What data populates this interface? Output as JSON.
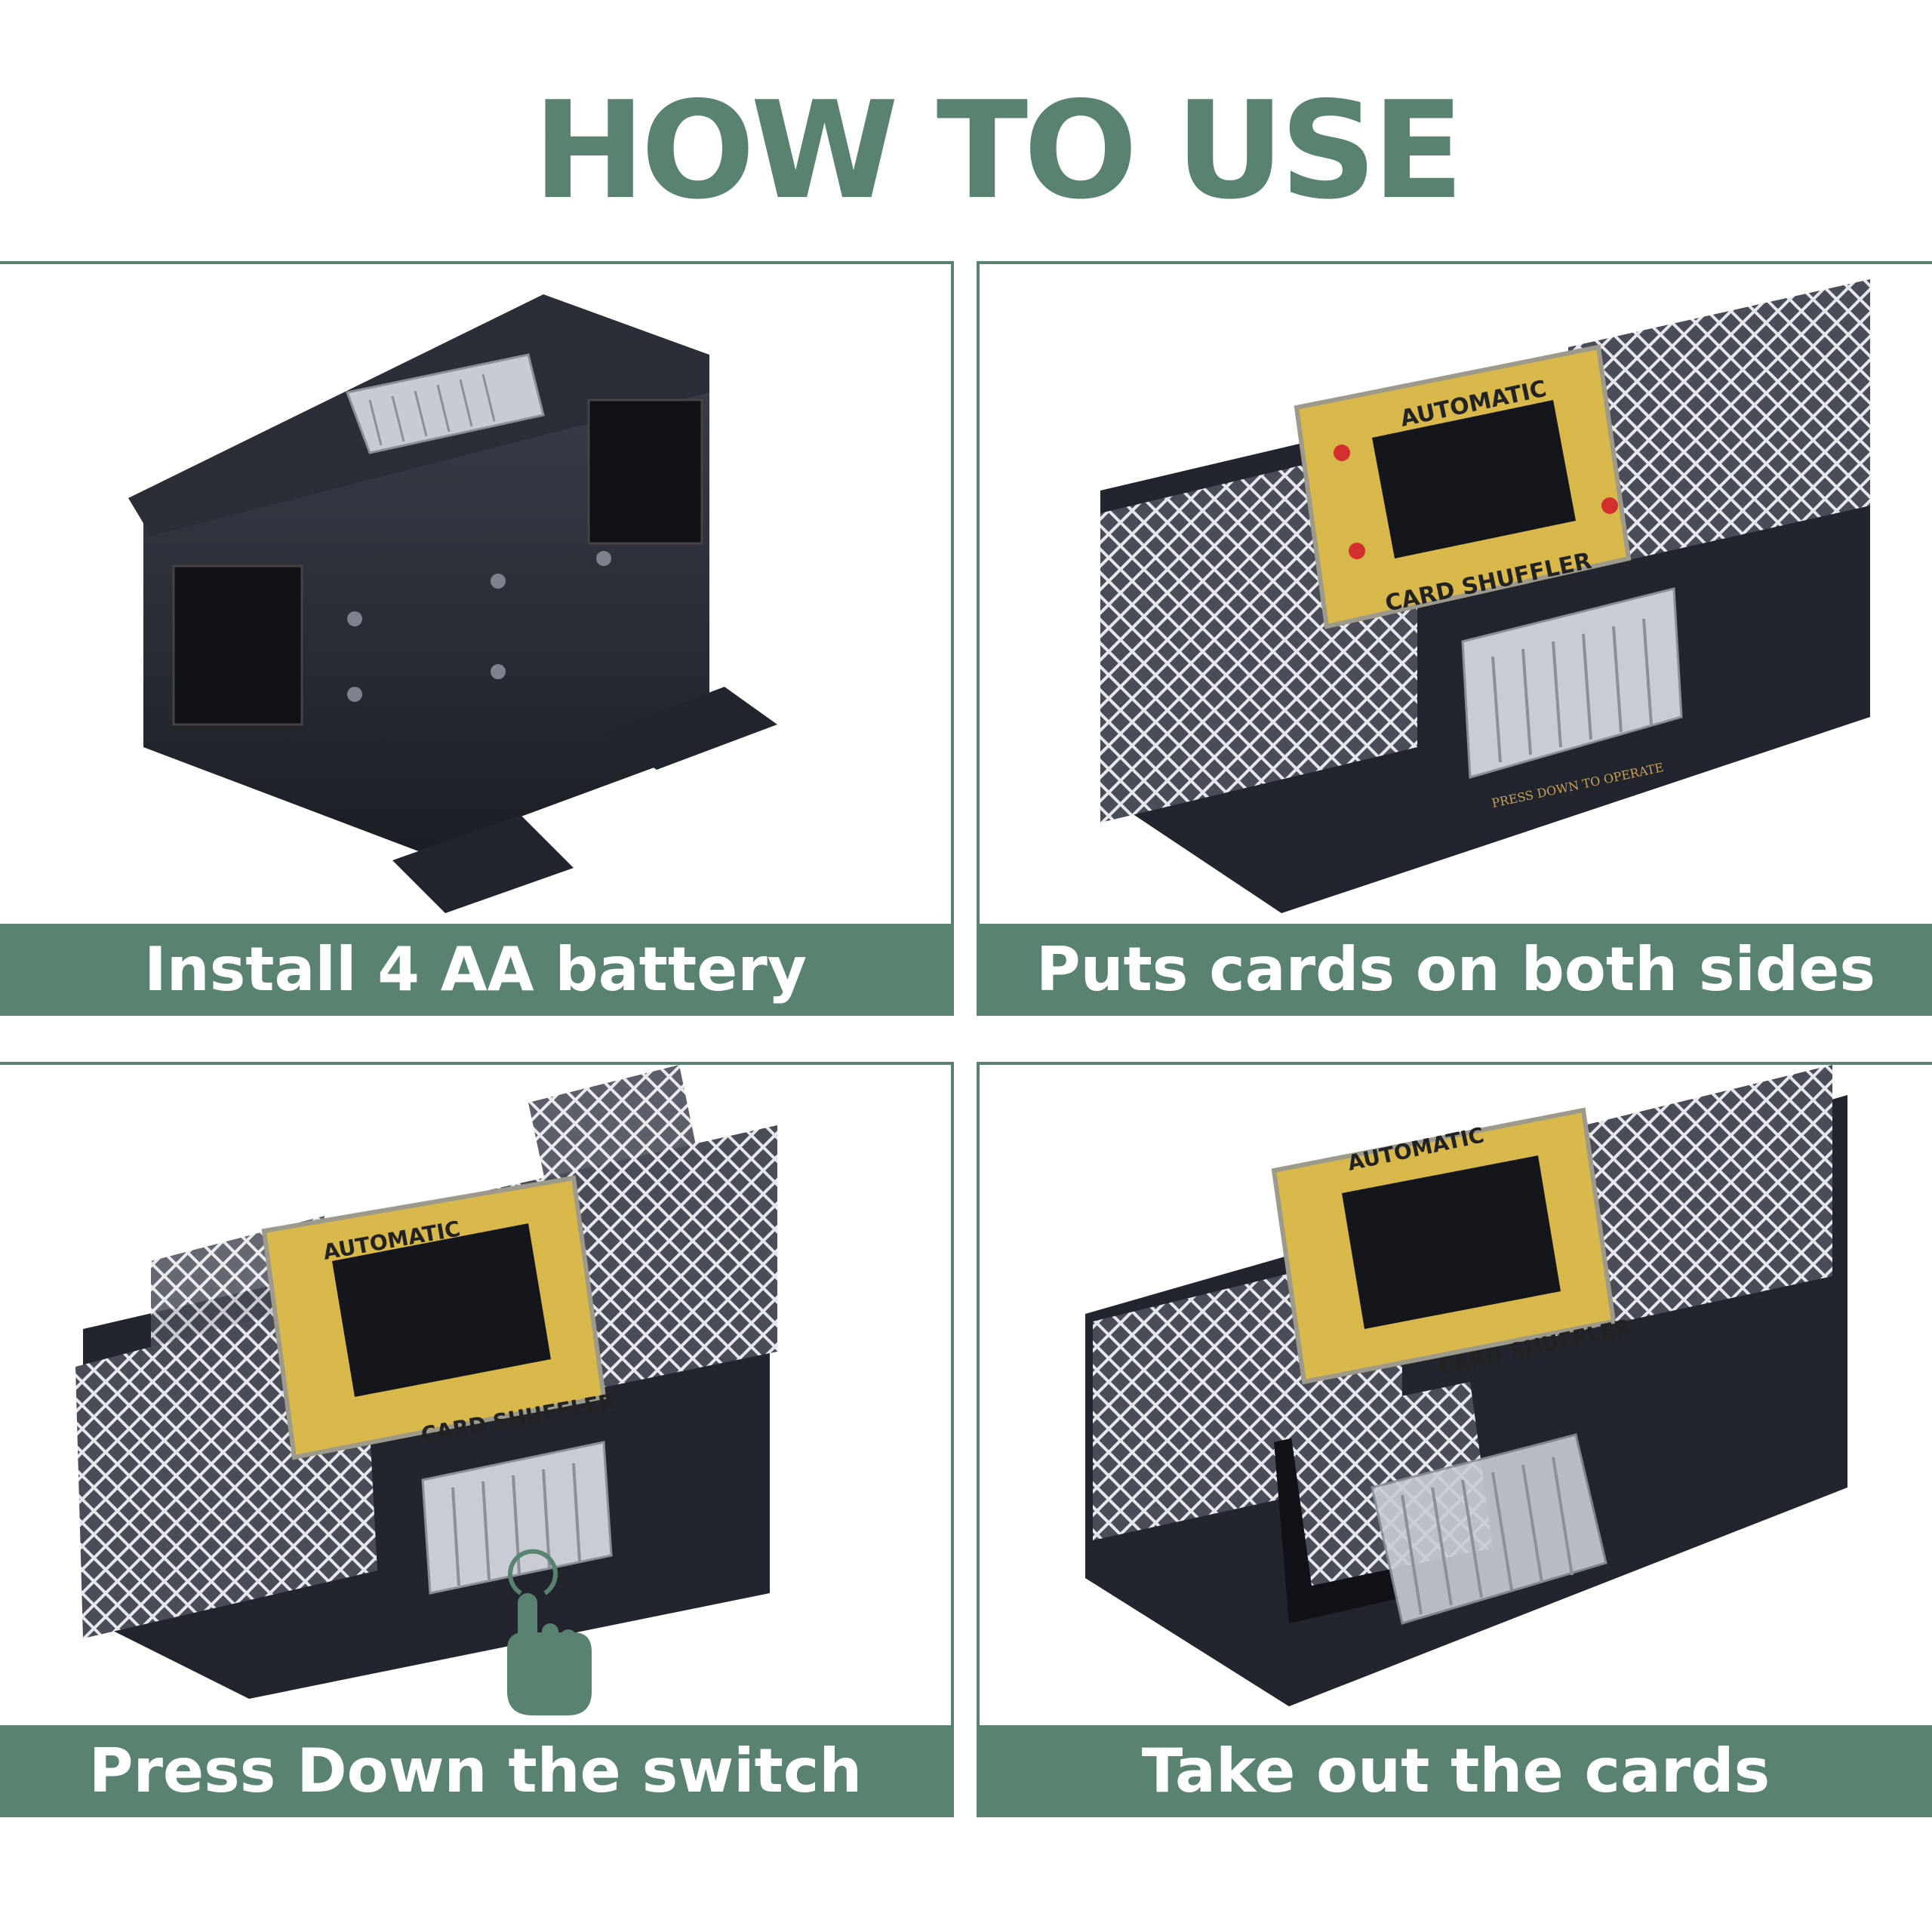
{
  "header": {
    "title": "HOW TO USE"
  },
  "steps": [
    {
      "caption": "Install 4 AA battery"
    },
    {
      "caption": "Puts cards on both sides"
    },
    {
      "caption": "Press Down the switch"
    },
    {
      "caption": "Take out the cards"
    }
  ],
  "product": {
    "label_top": "AUTOMATIC",
    "label_bottom": "CARD SHUFFLER",
    "switch_text": "PRESS DOWN TO OPERATE"
  },
  "colors": {
    "accent": "#5a8270",
    "device_body": "#23252e",
    "label_gold": "#d8b84a",
    "suit_red": "#d32f2f"
  },
  "icons": [
    "battery-cover",
    "playing-card",
    "finger-press-icon"
  ]
}
